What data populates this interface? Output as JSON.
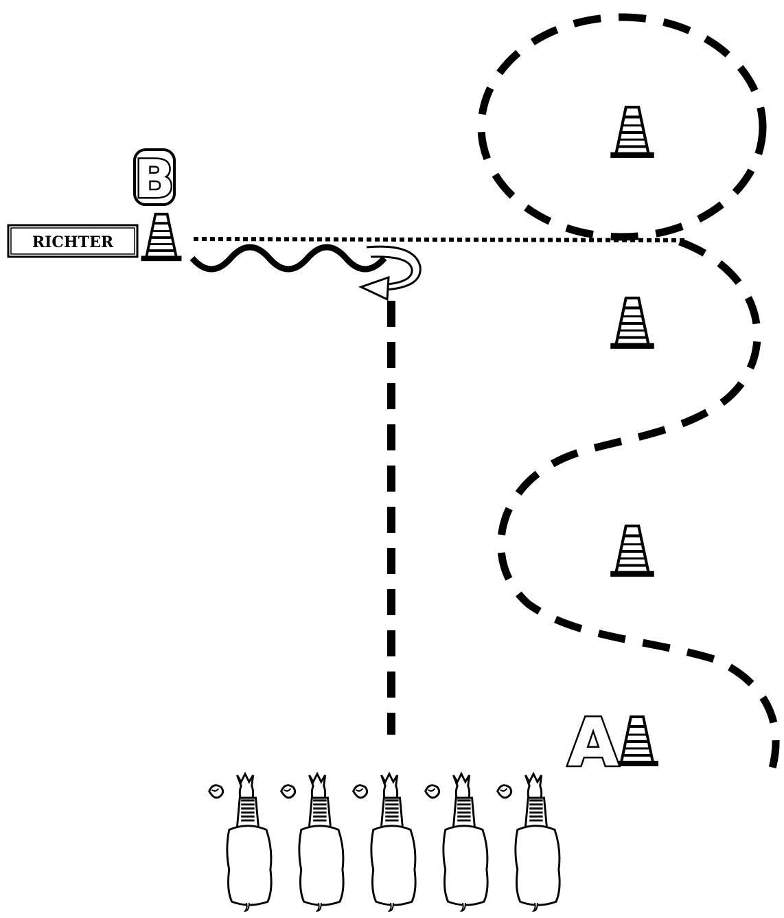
{
  "diagram": {
    "judge_label": "RICHTER",
    "marker_b": "B",
    "marker_a": "A",
    "cone_count": 5,
    "horse_count": 5,
    "colors": {
      "ink": "#000000",
      "paper": "#ffffff"
    },
    "icons": [
      "traffic-cone-icon",
      "horse-icon",
      "curved-arrow-icon"
    ]
  }
}
